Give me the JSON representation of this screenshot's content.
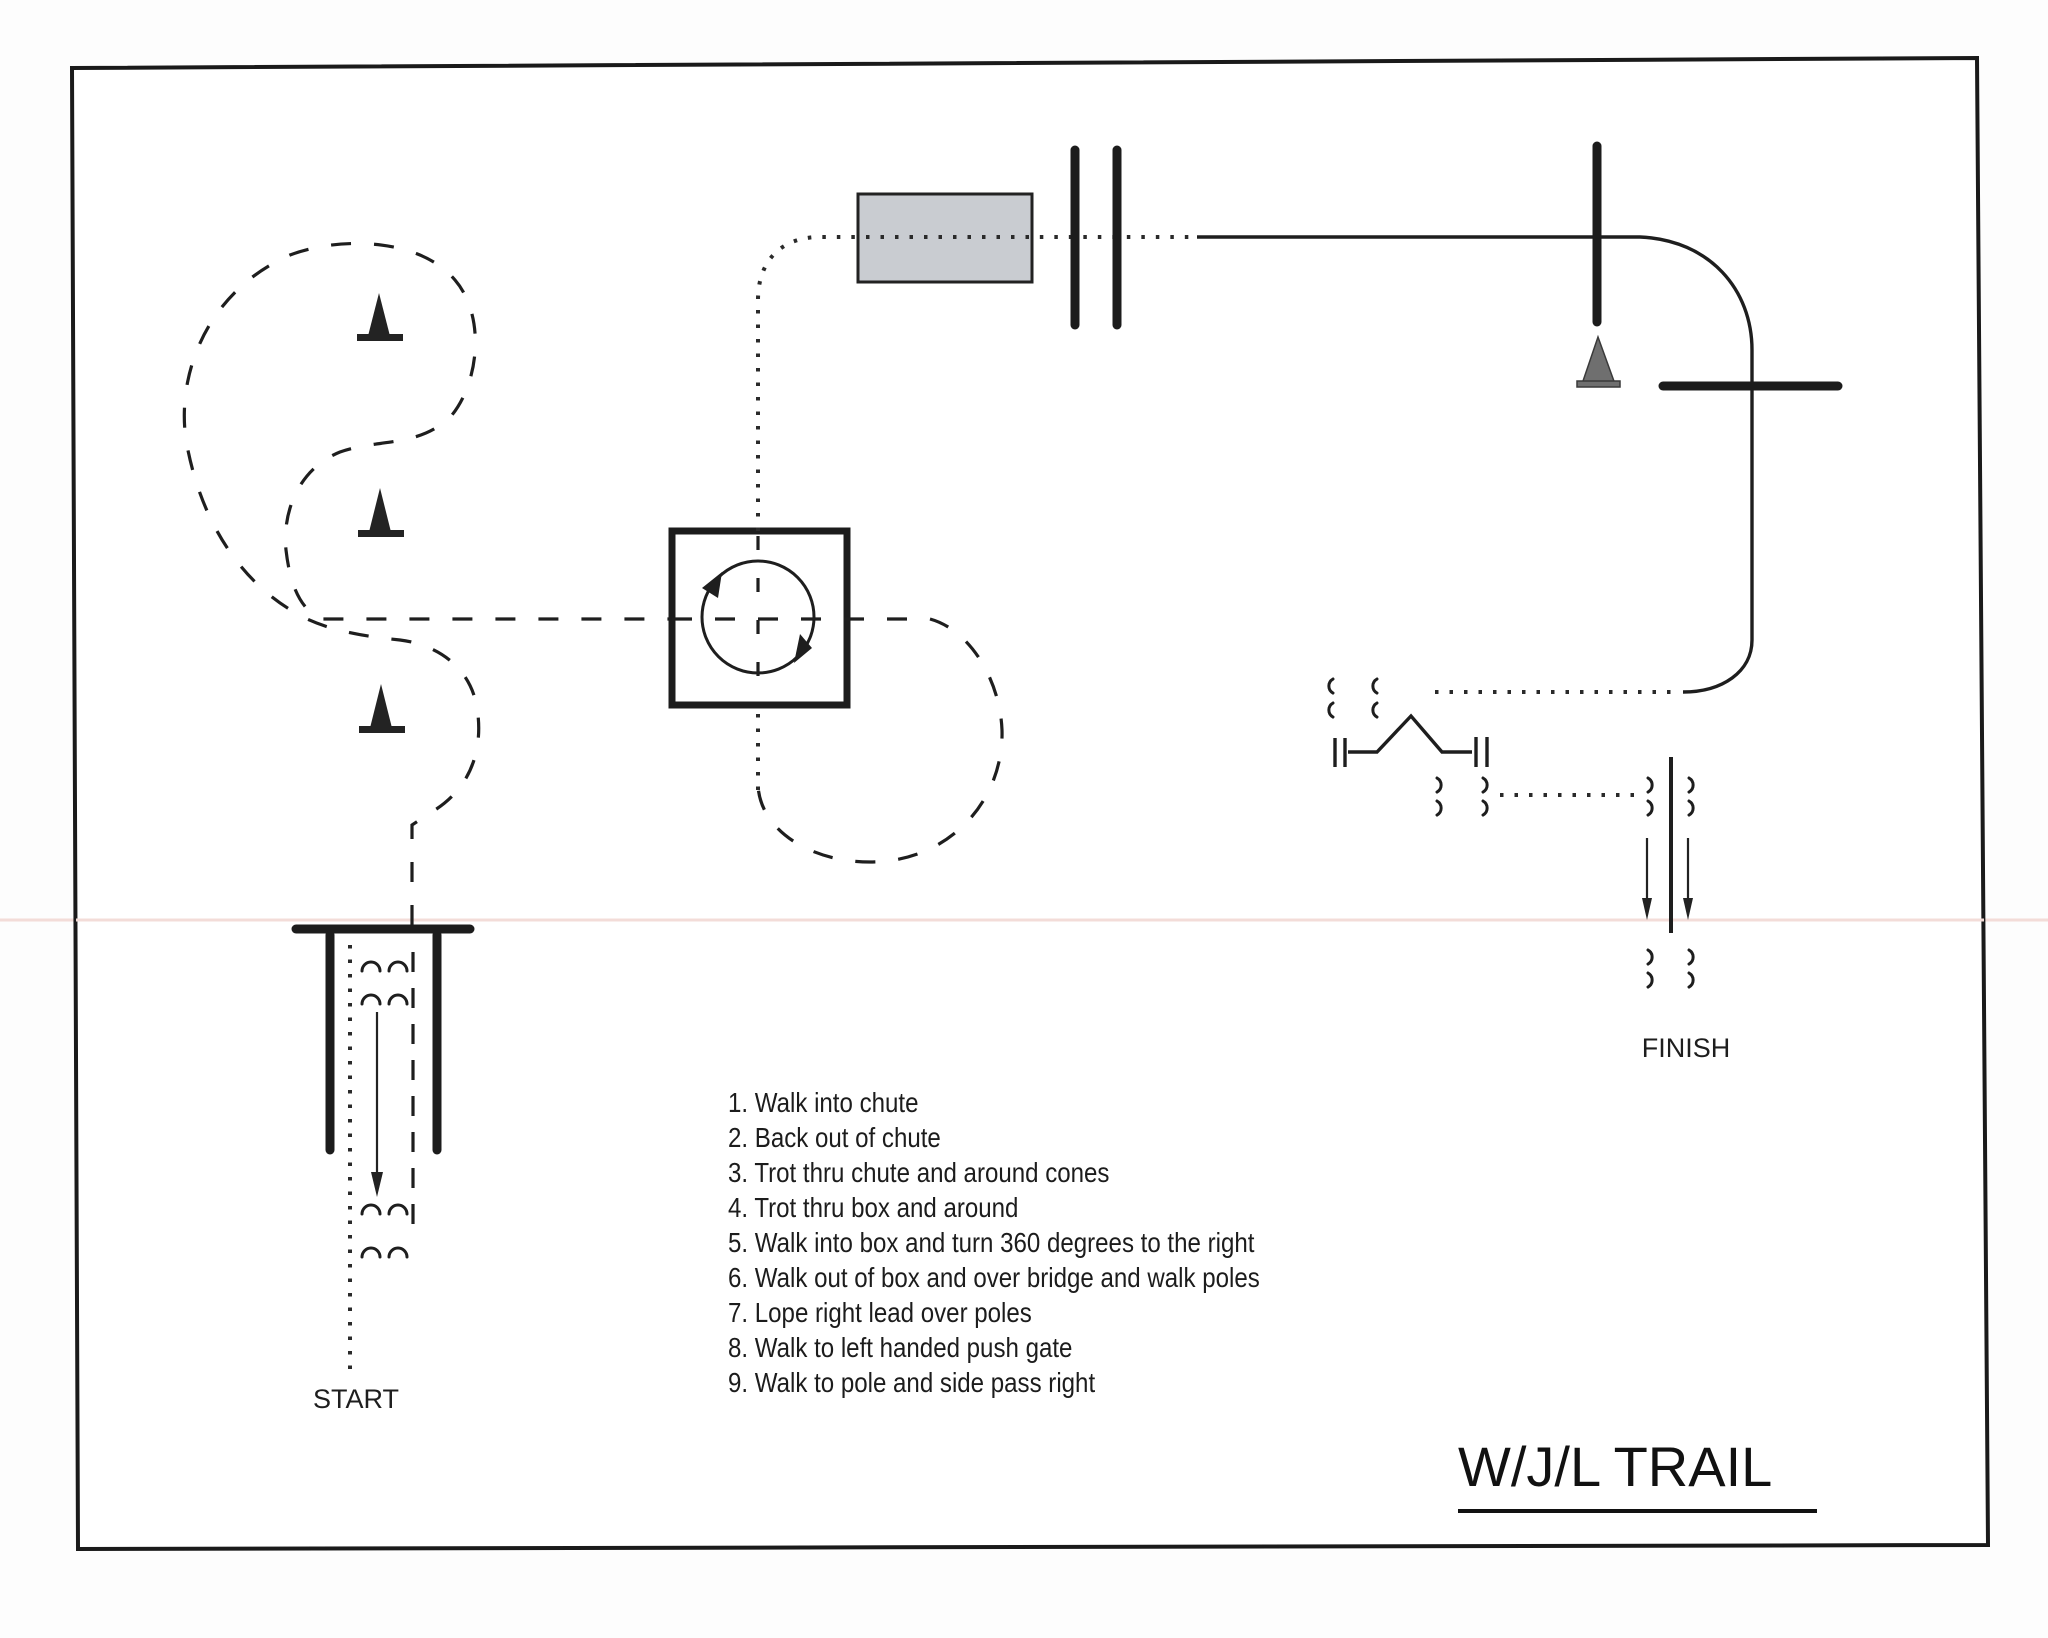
{
  "title": "W/J/L TRAIL",
  "labels": {
    "start": "START",
    "finish": "FINISH"
  },
  "instructions": [
    "1. Walk into chute",
    "2. Back out of chute",
    "3. Trot thru chute and around cones",
    "4. Trot thru box and around",
    "5. Walk into box and turn 360 degrees to the right",
    "6. Walk out of box and over bridge and walk poles",
    "7. Lope right lead over poles",
    "8. Walk to left handed push gate",
    "9. Walk to pole and side pass right"
  ],
  "obstacles": {
    "cones": [
      "cone",
      "cone",
      "cone",
      "cone-gray"
    ],
    "chute": "chute",
    "box": "box-360-turn",
    "bridge": "bridge",
    "walk_poles": 2,
    "lope_poles": 2,
    "gate": "left-handed-push-gate",
    "side_pass_pole": "side-pass-pole"
  },
  "colors": {
    "line": "#1e1e1e",
    "bridge_fill": "#c9ccd1",
    "gray_cone": "#6f6f6f"
  }
}
